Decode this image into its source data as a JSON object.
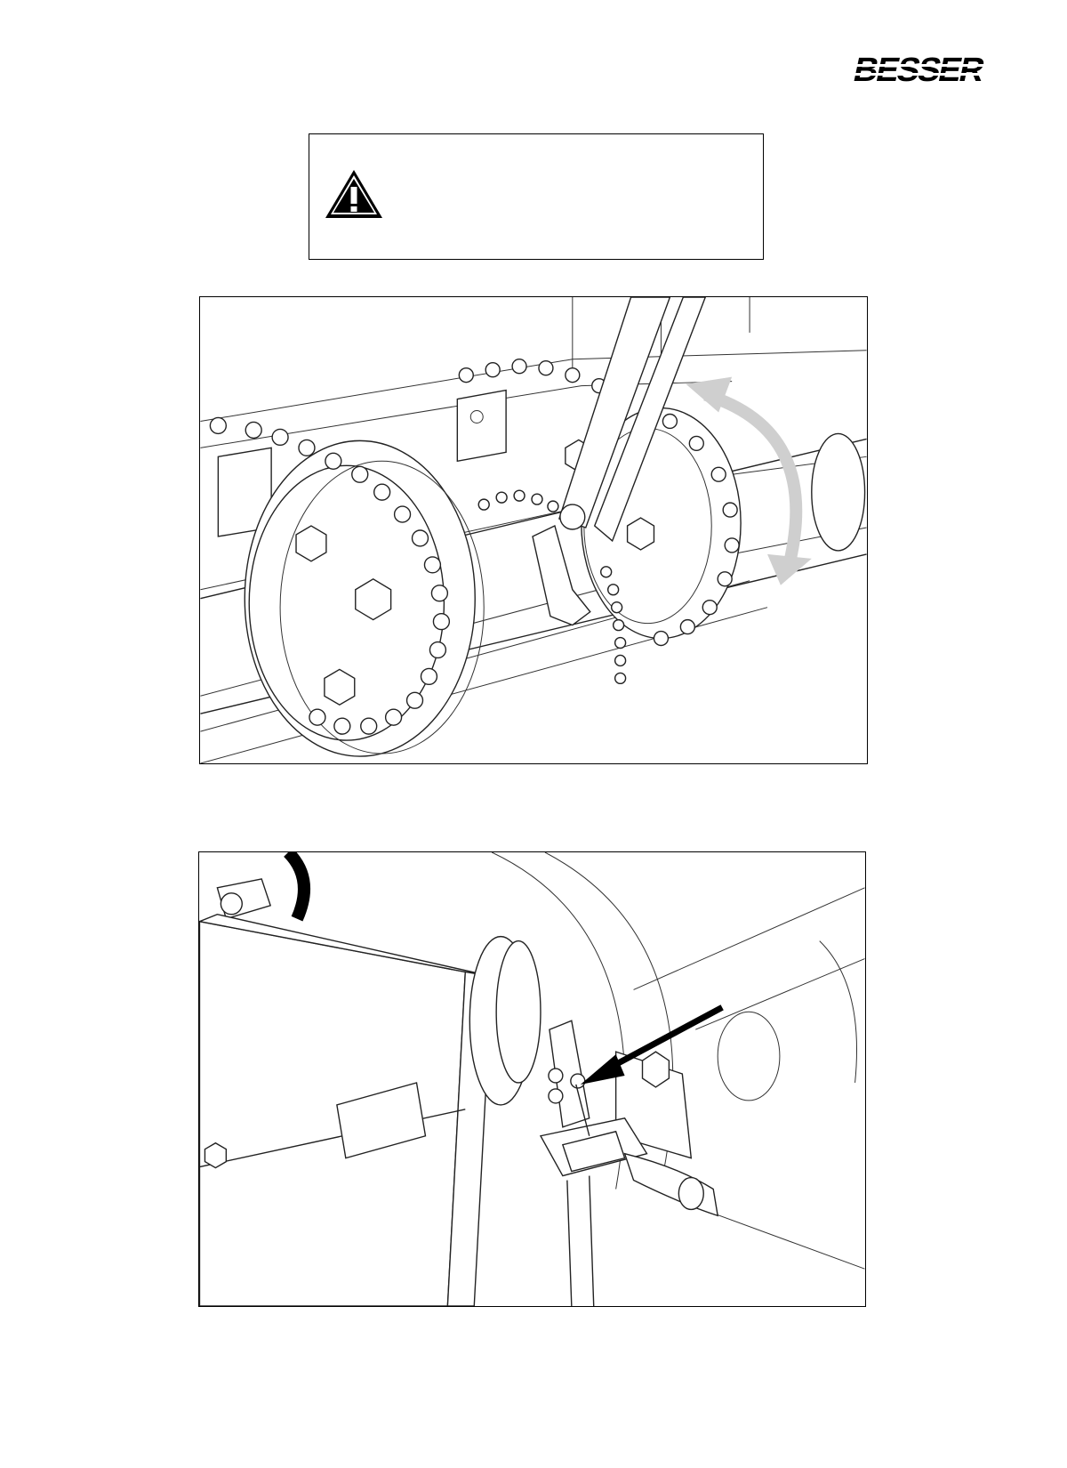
{
  "header": {
    "brand_logo_text": "BESSER"
  },
  "warning": {
    "icon": "warning-triangle-icon",
    "text": ""
  },
  "figures": [
    {
      "name": "chain-sprocket-illustration",
      "callout": "rotation-arrow"
    },
    {
      "name": "limit-switch-illustration",
      "callout": "pointer-arrow"
    }
  ]
}
